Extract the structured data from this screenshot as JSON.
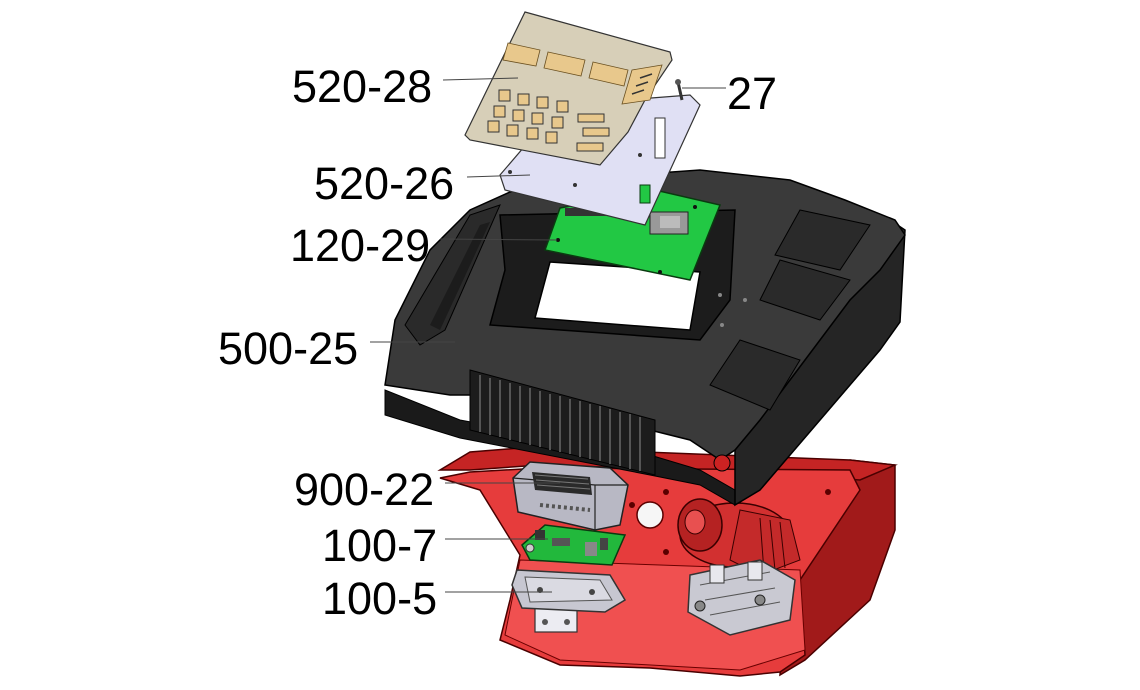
{
  "diagram": {
    "callouts": [
      {
        "id": "keypad-overlay",
        "label": "520-28"
      },
      {
        "id": "standoff-screw",
        "label": "27"
      },
      {
        "id": "front-panel-plate",
        "label": "520-26"
      },
      {
        "id": "display-board",
        "label": "120-29"
      },
      {
        "id": "top-cover",
        "label": "500-25"
      },
      {
        "id": "power-supply",
        "label": "900-22"
      },
      {
        "id": "control-board",
        "label": "100-7"
      },
      {
        "id": "mounting-bracket",
        "label": "100-5"
      }
    ],
    "colors": {
      "cover": "#2b2b2b",
      "housing": "#e23a3a",
      "housing_dark": "#9e1818",
      "pcb": "#22cc44",
      "keypad": "#d6ceb8",
      "plate": "#d8d8f2"
    }
  }
}
